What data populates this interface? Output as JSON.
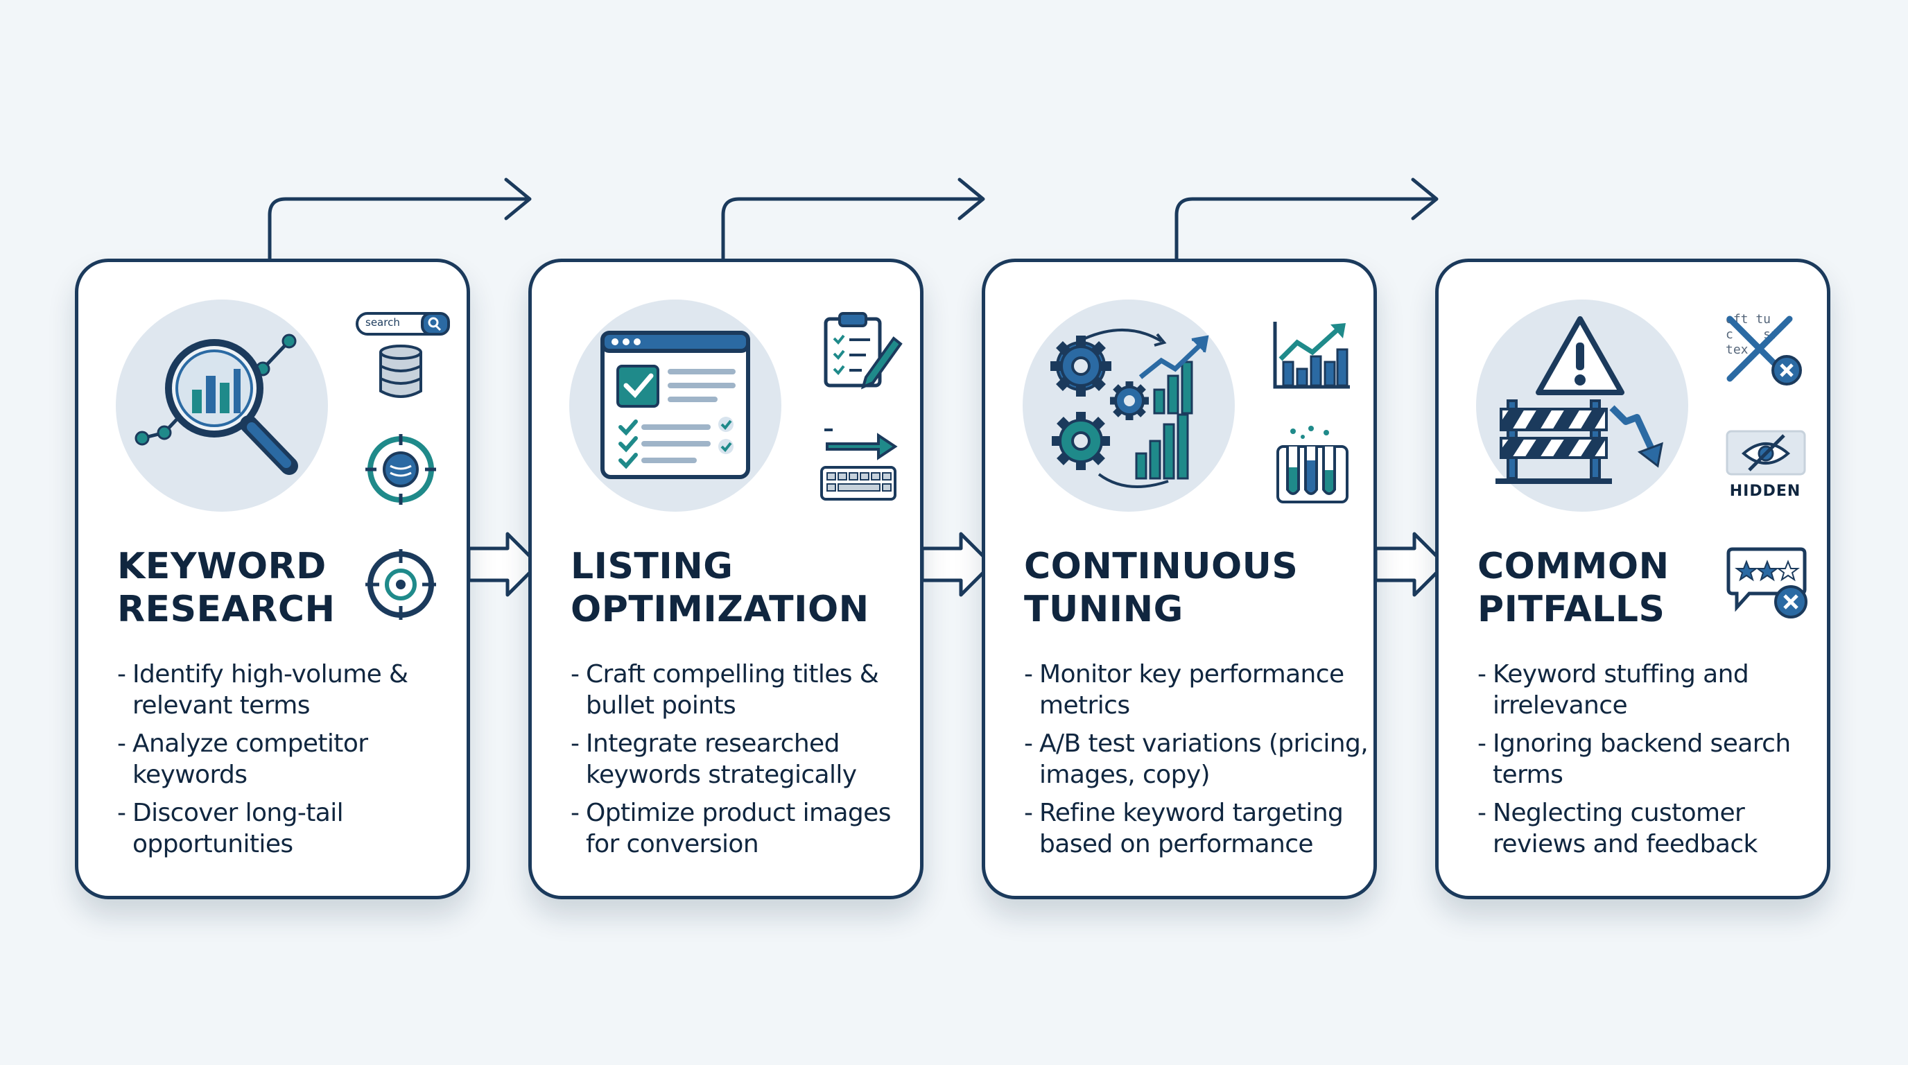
{
  "colors": {
    "navy": "#1b3a5c",
    "teal": "#1f8a8a",
    "blue": "#2b6aa3",
    "light_circle": "#dfe7ef",
    "background": "#f2f6f9"
  },
  "cards": [
    {
      "title_line1": "KEYWORD",
      "title_line2": "RESEARCH",
      "bullets": [
        "Identify high-volume & relevant terms",
        "Analyze competitor keywords",
        "Discover long-tail opportunities"
      ],
      "icons": [
        "magnifier-chart-icon",
        "search-bar-icon",
        "database-icon",
        "target-database-icon",
        "crosshair-icon"
      ],
      "search_text": "search"
    },
    {
      "title_line1": "LISTING",
      "title_line2": "OPTIMIZATION",
      "bullets": [
        "Craft compelling titles & bullet points",
        "Integrate researched keywords strategically",
        "Optimize product images for conversion"
      ],
      "icons": [
        "browser-checklist-icon",
        "clipboard-pencil-icon",
        "keyboard-arrow-icon"
      ]
    },
    {
      "title_line1": "CONTINUOUS",
      "title_line2": "TUNING",
      "bullets": [
        "Monitor key performance metrics",
        "A/B test variations (pricing, images, copy)",
        "Refine keyword targeting based on performance"
      ],
      "icons": [
        "gears-charts-icon",
        "trend-chart-icon",
        "test-tubes-icon"
      ]
    },
    {
      "title_line1": "COMMON",
      "title_line2": "PITFALLS",
      "bullets": [
        "Keyword stuffing and irrelevance",
        "Ignoring backend search terms",
        "Neglecting customer reviews and feedback"
      ],
      "icons": [
        "warning-barrier-icon",
        "crossed-text-icon",
        "hidden-eye-icon",
        "review-stars-icon"
      ],
      "hidden_label": "HIDDEN",
      "faded_text": "oft tu\nc    sf\ntex"
    }
  ]
}
